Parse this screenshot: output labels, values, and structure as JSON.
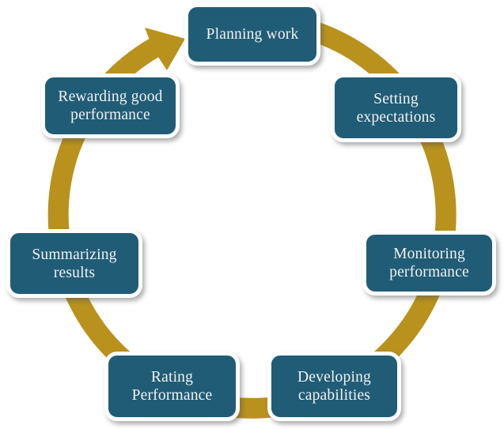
{
  "diagram": {
    "type": "cycle",
    "direction": "clockwise",
    "background": "#ffffff",
    "colors": {
      "node_fill": "#205C76",
      "node_border": "#ffffff",
      "node_text": "#f2f2f2",
      "arrow": "#B8921D"
    },
    "arrow": {
      "name": "clockwise-cycle-arrow",
      "head_position": "upper-left, pointing to Planning work"
    },
    "nodes": [
      {
        "id": "planning",
        "label": "Planning work"
      },
      {
        "id": "setting",
        "label": "Setting\nexpectations"
      },
      {
        "id": "monitoring",
        "label": "Monitoring\nperformance"
      },
      {
        "id": "developing",
        "label": "Developing\ncapabilities"
      },
      {
        "id": "rating",
        "label": "Rating\nPerformance"
      },
      {
        "id": "summarizing",
        "label": "Summarizing\nresults"
      },
      {
        "id": "rewarding",
        "label": "Rewarding good\nperformance"
      }
    ]
  }
}
